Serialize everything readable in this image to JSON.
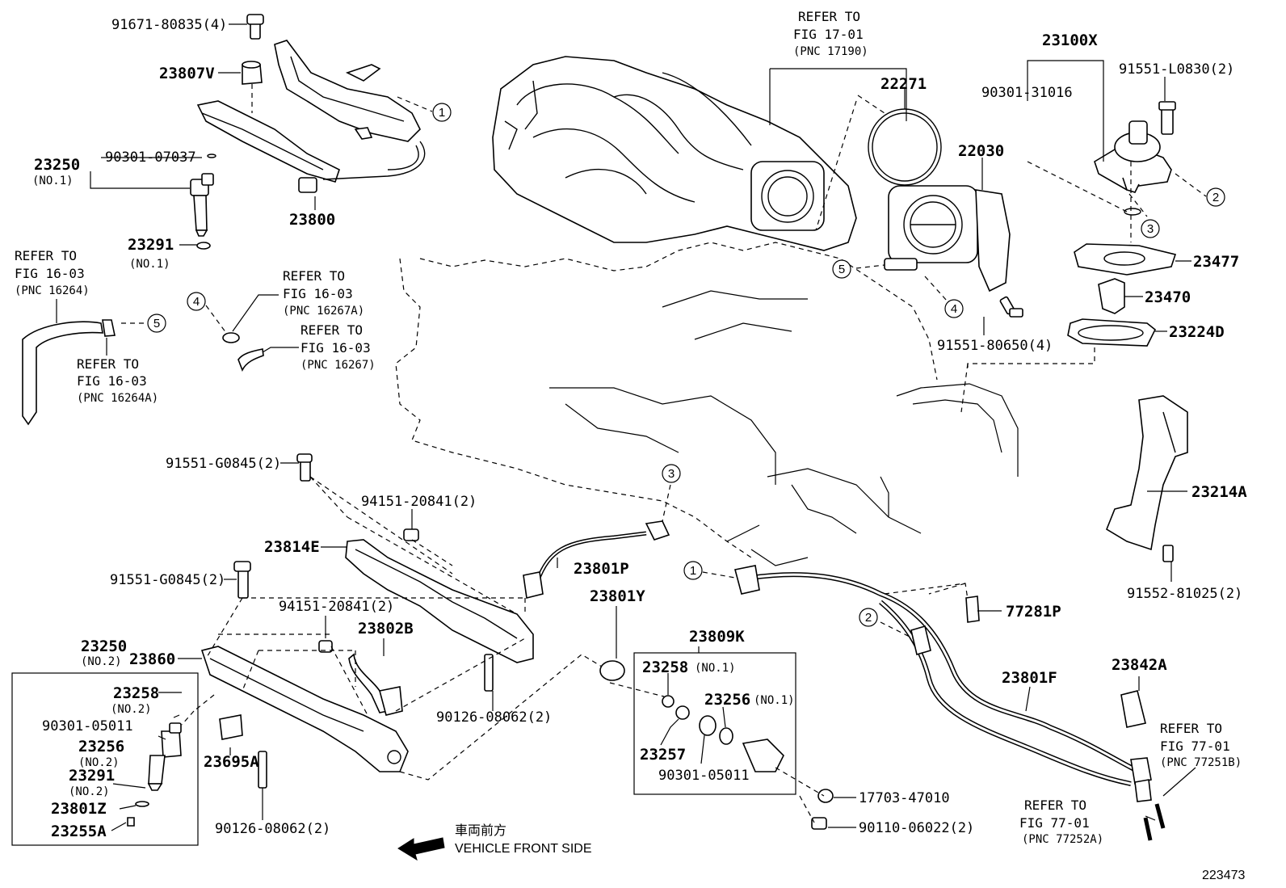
{
  "labels": {
    "p1": "91671-80835(4)",
    "p2": "23807V",
    "p3": "23250",
    "p3s": "(NO.1)",
    "p4": "90301-07037",
    "p5": "23800",
    "p6": "23291",
    "p6s": "(NO.1)",
    "p7": "22271",
    "p8": "22030",
    "p9": "23100X",
    "p10": "90301-31016",
    "p11": "91551-L0830(2)",
    "p12": "23477",
    "p13": "23470",
    "p14": "23224D",
    "p15": "91551-80650(4)",
    "p16": "91551-G0845(2)",
    "p17": "94151-20841(2)",
    "p18": "23814E",
    "p19": "91551-G0845(2)",
    "p20": "94151-20841(2)",
    "p21": "23802B",
    "p22": "23801P",
    "p23": "23801Y",
    "p24": "23809K",
    "p25": "23214A",
    "p26": "91552-81025(2)",
    "p27": "77281P",
    "p28": "23842A",
    "p29": "23801F",
    "p30": "23250",
    "p30s": "(NO.2)",
    "p31": "23860",
    "p32": "23258",
    "p32s": "(NO.2)",
    "p33": "90301-05011",
    "p34": "23256",
    "p34s": "(NO.2)",
    "p35": "23291",
    "p35s": "(NO.2)",
    "p36": "23801Z",
    "p37": "23255A",
    "p38": "23695A",
    "p39": "90126-08062(2)",
    "p40": "90126-08062(2)",
    "p41": "23258",
    "p41s": "(NO.1)",
    "p42": "23256",
    "p42s": "(NO.1)",
    "p43": "23257",
    "p44": "90301-05011",
    "p45": "17703-47010",
    "p46": "90110-06022(2)"
  },
  "refs": {
    "r1": [
      "REFER TO",
      "FIG 17-01",
      "(PNC 17190)"
    ],
    "r2": [
      "REFER TO",
      "FIG 16-03",
      "(PNC 16264)"
    ],
    "r3": [
      "REFER TO",
      "FIG 16-03",
      "(PNC 16267A)"
    ],
    "r4": [
      "REFER TO",
      "FIG 16-03",
      "(PNC 16267)"
    ],
    "r5": [
      "REFER TO",
      "FIG 16-03",
      "(PNC 16264A)"
    ],
    "r6": [
      "REFER TO",
      "FIG 77-01",
      "(PNC 77251B)"
    ],
    "r7": [
      "REFER TO",
      "FIG 77-01",
      "(PNC 77252A)"
    ]
  },
  "circles": [
    "1",
    "2",
    "3",
    "4",
    "5"
  ],
  "footer": {
    "jp": "車両前方",
    "en": "VEHICLE FRONT SIDE",
    "figno": "223473"
  }
}
